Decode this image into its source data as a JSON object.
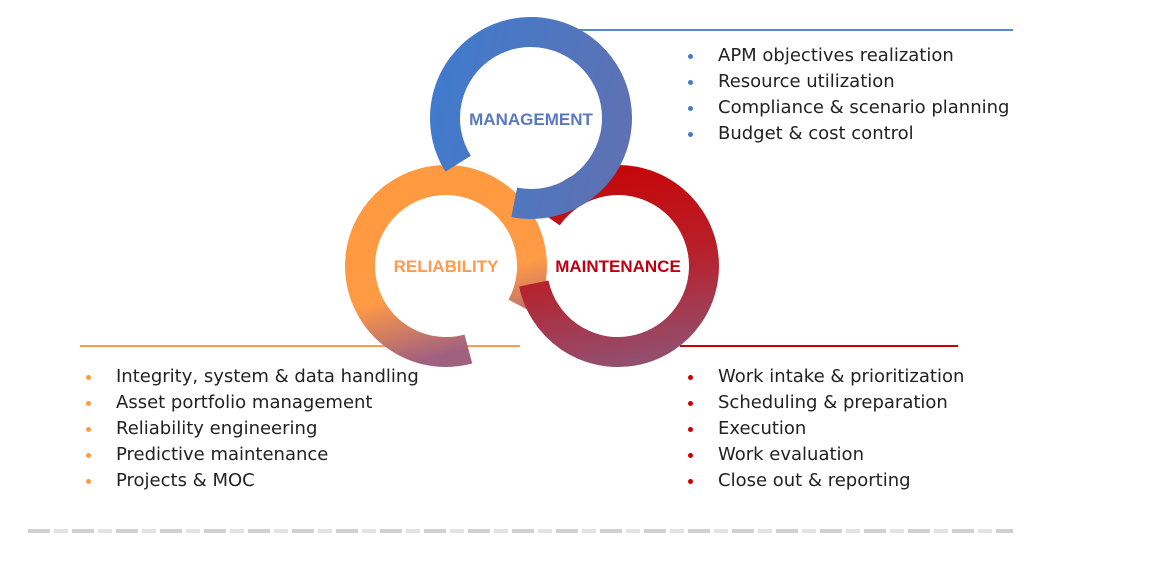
{
  "colors": {
    "management": "#4a78c8",
    "reliability": "#ff9a40",
    "maintenance": "#c80000"
  },
  "rings": {
    "management": "MANAGEMENT",
    "reliability": "RELIABILITY",
    "maintenance": "MAINTENANCE"
  },
  "management_items": [
    "APM objectives realization",
    "Resource utilization",
    "Compliance & scenario planning",
    "Budget & cost control"
  ],
  "reliability_items": [
    "Integrity, system & data handling",
    "Asset portfolio management",
    "Reliability engineering",
    "Predictive maintenance",
    "Projects & MOC"
  ],
  "maintenance_items": [
    "Work intake & prioritization",
    "Scheduling & preparation",
    "Execution",
    "Work evaluation",
    "Close out & reporting"
  ]
}
